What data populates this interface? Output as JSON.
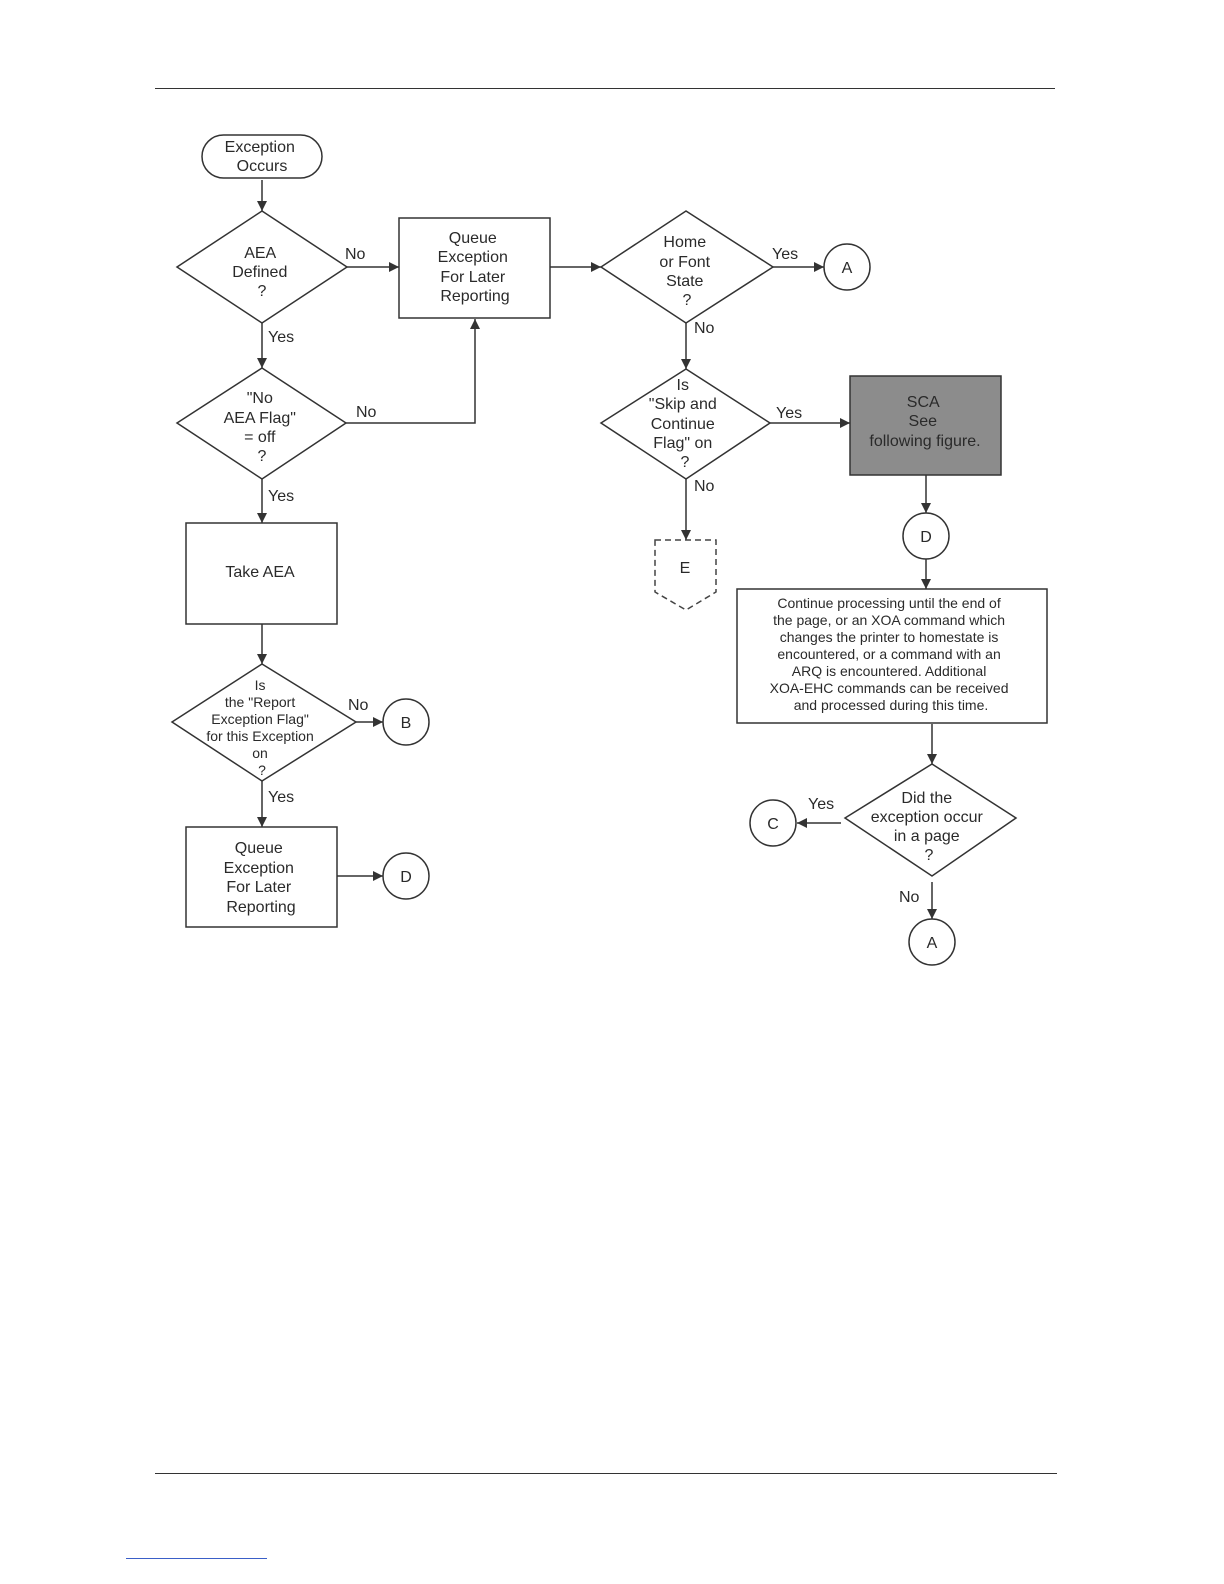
{
  "colors": {
    "stroke": "#333333",
    "text": "#2a2a2a",
    "sca_fill": "#8c8c8c",
    "link_line": "#3a5fc8"
  },
  "nodes": {
    "start": [
      "Exception",
      "Occurs"
    ],
    "aea_defined": [
      "AEA",
      "Defined",
      "?"
    ],
    "queue_exception_top": [
      "Queue",
      "Exception",
      "For Later",
      "Reporting"
    ],
    "home_font_state": [
      "Home",
      "or Font",
      "State",
      "?"
    ],
    "no_aea_flag": [
      "\"No",
      "AEA Flag\"",
      "= off",
      "?"
    ],
    "skip_continue": [
      "Is",
      "\"Skip and",
      "Continue",
      "Flag\" on",
      "?"
    ],
    "sca": [
      "SCA",
      "See",
      "following figure."
    ],
    "take_aea": [
      "Take AEA"
    ],
    "connector_e": "E",
    "connector_d_right": "D",
    "continue_processing": [
      "Continue processing until the end of",
      "the page, or an XOA command which",
      "changes the printer to homestate is",
      "encountered, or a command with an",
      "ARQ is encountered. Additional",
      "XOA-EHC commands can be received",
      "and processed during this time."
    ],
    "report_exception_flag": [
      "Is",
      "the \"Report",
      "Exception Flag\"",
      "for this Exception",
      "on",
      "?"
    ],
    "connector_b": "B",
    "did_exception_occur": [
      "Did the",
      "exception occur",
      "in a page",
      "?"
    ],
    "connector_c": "C",
    "queue_exception_bottom": [
      "Queue",
      "Exception",
      "For Later",
      "Reporting"
    ],
    "connector_d_left": "D",
    "connector_a_top": "A",
    "connector_a_bottom": "A"
  },
  "labels": {
    "aea_no": "No",
    "aea_yes": "Yes",
    "flag_no": "No",
    "flag_yes": "Yes",
    "home_yes": "Yes",
    "home_no": "No",
    "skip_yes": "Yes",
    "skip_no": "No",
    "report_no": "No",
    "report_yes": "Yes",
    "occur_yes": "Yes",
    "occur_no": "No"
  }
}
